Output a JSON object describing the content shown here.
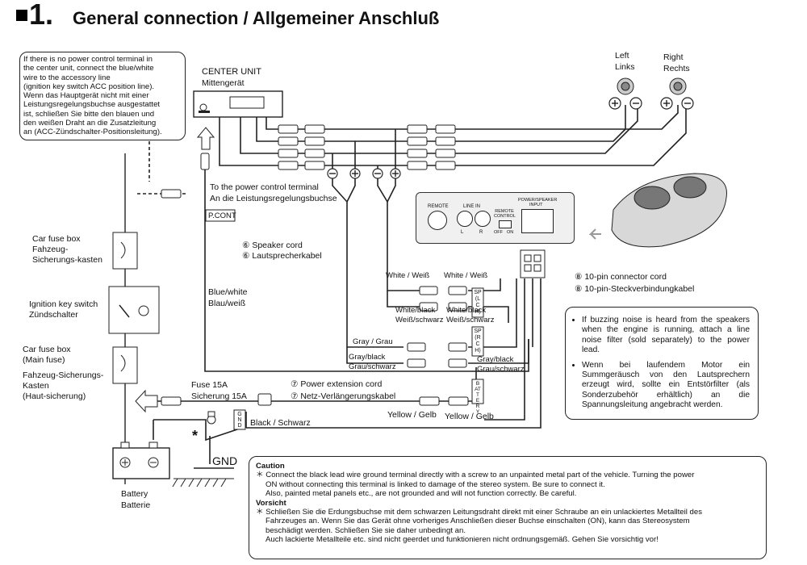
{
  "header": {
    "number": "1.",
    "title": "General connection / Allgemeiner Anschluß"
  },
  "note_left": {
    "lines": [
      "If there is no power control terminal in",
      "the center unit, connect the blue/white",
      "wire to the accessory line",
      "(ignition key switch ACC position line).",
      "Wenn das Hauptgerät nicht mit einer",
      "Leistungsregelungsbuchse ausgestattet",
      "ist, schließen Sie bitte den blauen und",
      "den weißen Draht an die Zusatzleitung",
      "an (ACC-Zündschalter-Positionsleitung)."
    ]
  },
  "center_unit": {
    "label_en": "CENTER UNIT",
    "label_de": "Mittengerät"
  },
  "speakers": {
    "left_en": "Left",
    "left_de": "Links",
    "right_en": "Right",
    "right_de": "Rechts"
  },
  "power_control": {
    "line1": "To the power control terminal",
    "line2": "An die Leistungsregelungsbuchse",
    "tag": "P.CONT"
  },
  "fuse_box": {
    "line1": "Car fuse box",
    "line2": "Fahzeug-",
    "line3": "Sicherungs-kasten"
  },
  "ignition": {
    "line1": "Ignition key switch",
    "line2": "Zündschalter"
  },
  "main_fuse": {
    "line1": "Car fuse box",
    "line2": "(Main fuse)",
    "line3": "Fahzeug-Sicherungs-",
    "line4": "Kasten",
    "line5": "(Haut-sicherung)"
  },
  "battery": {
    "line1": "Battery",
    "line2": "Batterie"
  },
  "speaker_cord": {
    "num": "⑥",
    "en": "Speaker cord",
    "de": "Lautsprecherkabel"
  },
  "connector_cord": {
    "num": "⑧",
    "en": "10-pin connector cord",
    "de": "10-pin-Steckverbindungkabel"
  },
  "ext_cord": {
    "num": "⑦",
    "en": "Power extension cord",
    "de": "Netz-Verlängerungskabel"
  },
  "blue_white": {
    "en": "Blue/white",
    "de": "Blau/weiß"
  },
  "wires": {
    "white1": "White / Weiß",
    "white2": "White / Weiß",
    "wb1_en": "White/black",
    "wb1_de": "Weiß/schwarz",
    "wb2_en": "White/black",
    "wb2_de": "Weiß/schwarz",
    "gray": "Gray / Grau",
    "gb1_en": "Gray/black",
    "gb1_de": "Grau/schwarz",
    "gb2_en": "Gray/black",
    "gb2_de": "Grau/schwarz",
    "sp_lch": "SP (LCH)",
    "sp_rch": "SP (RCH)",
    "yellow1": "Yellow / Gelb",
    "yellow2": "Yellow / Gelb",
    "black": "Black / Schwarz",
    "battery_tag": "BATTERY",
    "gnd_tag": "GND"
  },
  "fuse15": {
    "en": "Fuse 15A",
    "de": "Sicherung 15A"
  },
  "gnd": "GND",
  "asterisk": "*",
  "panel": {
    "remote": "REMOTE",
    "line_in": "LINE IN",
    "remote_control": "REMOTE CONTROL",
    "power_speaker": "POWER/SPEAKER",
    "input": "INPUT",
    "l": "L",
    "r": "R",
    "off": "OFF",
    "on": "ON"
  },
  "note_right": {
    "bullet1": "If buzzing noise is heard from the speakers when the engine is running, attach a line noise filter (sold separately) to the power lead.",
    "bullet2": "Wenn bei laufendem Motor ein Summgeräusch von den Lautsprechern erzeugt wird, sollte ein Entstörfilter (als Sonderzubehör erhältlich) an die Spannungsleitung angebracht werden."
  },
  "caution": {
    "title_en": "Caution",
    "en_line1": "Connect the black lead wire ground terminal directly with a screw to an unpainted metal part of the vehicle. Turning the power",
    "en_line2": "ON without connecting this terminal is linked to damage of the stereo system. Be sure to connect it.",
    "en_line3": "Also, painted metal panels etc., are not grounded and will not function correctly. Be careful.",
    "title_de": "Vorsicht",
    "de_line1": "Schließen Sie die Erdungsbuchse mit dem schwarzen Leitungsdraht direkt mit einer Schraube an ein unlackiertes Metallteil des",
    "de_line2": "Fahrzeuges an. Wenn Sie das Gerät ohne vorheriges Anschließen dieser Buchse einschalten (ON), kann das Stereosystem",
    "de_line3": "beschädigt werden. Schließen Sie sie daher unbedingt an.",
    "de_line4": "Auch lackierte Metallteile etc. sind nicht geerdet und funktionieren nicht ordnungsgemäß. Gehen Sie vorsichtig vor!"
  }
}
